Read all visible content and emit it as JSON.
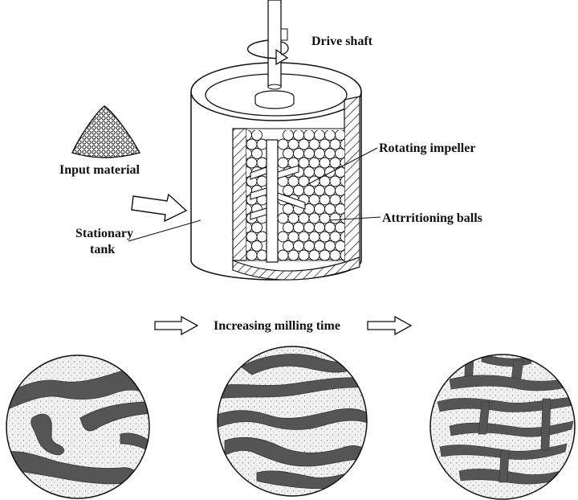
{
  "labels": {
    "drive_shaft": "Drive shaft",
    "input_material": "Input material",
    "rotating_impeller": "Rotating impeller",
    "stationary_tank_line1": "Stationary",
    "stationary_tank_line2": "tank",
    "attritioning_balls": "Attrritioning balls",
    "increasing_milling_time": "Increasing milling time"
  },
  "colors": {
    "ink": "#111111",
    "lamella": "#555555",
    "powder": "#c9c9c9",
    "ball": "#ffffff"
  }
}
